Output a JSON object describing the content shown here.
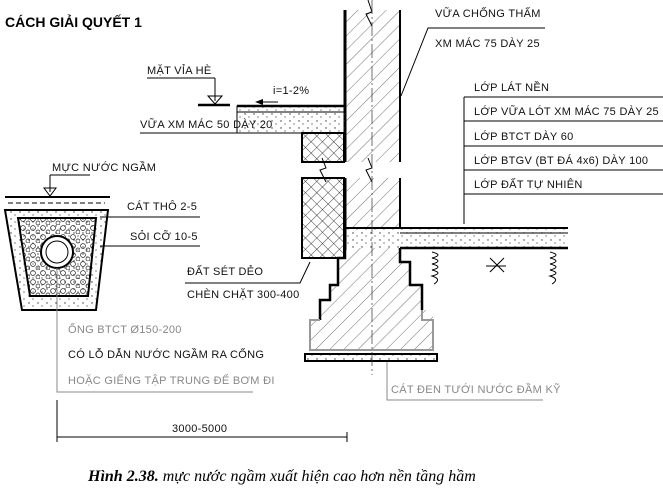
{
  "title": "CÁCH GIẢI QUYẾT 1",
  "labels": {
    "sidewalk": "MẶT VỈA HÈ",
    "slope": "i=1-2%",
    "mortar50": "VỮA XM MÁC 50 DÀY 20",
    "waterproof_1": "VỮA CHỐNG THẤM",
    "waterproof_2": "XM MÁC 75 DÀY 25",
    "groundwater": "MỰC NƯỚC NGẦM",
    "coarse_sand": "CÁT THÔ 2-5",
    "gravel": "SỎI CỠ 10-5",
    "clay_1": "ĐẤT SÉT DẺO",
    "clay_2": "CHÈN CHẶT 300-400",
    "pipe_1": "ỐNG BTCT Ø150-200",
    "pipe_2": "CÓ LỖ DẪN NƯỚC NGẦM RA CỐNG",
    "pipe_3": "HOẶC GIẾNG TẬP TRUNG ĐỂ BƠM ĐI",
    "black_sand": "CÁT ĐEN TƯỚI NƯỚC ĐẦM KỸ",
    "dimension": "3000-5000"
  },
  "layers": [
    "LỚP LÁT NỀN",
    "LỚP VỮA LÓT XM MÁC 75 DÀY 25",
    "LỚP BTCT DÀY 60",
    "LỚP BTGV (BT ĐÁ 4x6) DÀY 100",
    "LỚP ĐẤT TỰ NHIÊN"
  ],
  "caption": {
    "number": "Hình 2.38.",
    "text": " mực nước ngầm xuất hiện cao hơn nền tầng hầm"
  }
}
